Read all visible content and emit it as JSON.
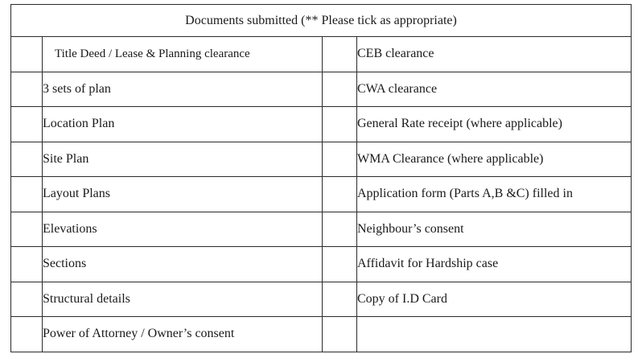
{
  "header": "Documents submitted (** Please tick as appropriate)",
  "rows": [
    {
      "left": "Title Deed / Lease & Planning clearance",
      "right": "CEB clearance"
    },
    {
      "left": "3 sets of plan",
      "right": "CWA clearance"
    },
    {
      "left": "Location Plan",
      "right": "General Rate receipt (where applicable)"
    },
    {
      "left": "Site Plan",
      "right": "WMA Clearance (where applicable)"
    },
    {
      "left": "Layout Plans",
      "right": "Application form (Parts A,B &C) filled in"
    },
    {
      "left": "Elevations",
      "right": "Neighbour’s consent"
    },
    {
      "left": "Sections",
      "right": "Affidavit for Hardship case"
    },
    {
      "left": "Structural details",
      "right": "Copy of I.D Card"
    },
    {
      "left": "Power of Attorney / Owner’s consent",
      "right": ""
    }
  ]
}
